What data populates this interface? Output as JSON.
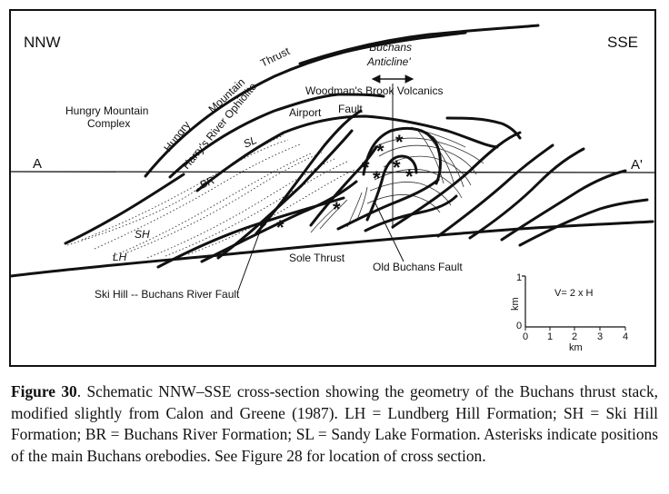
{
  "figure": {
    "direction_left": "NNW",
    "direction_right": "SSE",
    "section_start": "A",
    "section_end": "A'",
    "labels": {
      "hungry_mountain_complex_line1": "Hungry Mountain",
      "hungry_mountain_complex_line2": "Complex",
      "hungry_mountain_thrust_word1": "Hungry",
      "hungry_mountain_thrust_word2": "Mountain",
      "hungry_mountain_thrust_word3": "Thrust",
      "harrys_river_ophiolite": "Harry's River Ophiolite",
      "buchans_anticline_line1": "'Buchans",
      "buchans_anticline_line2": "Anticline'",
      "woodmans_brook_volcanics": "Woodman's Brook Volcanics",
      "airport_fault_word1": "Airport",
      "airport_fault_word2": "Fault",
      "sl": "SL",
      "br": "BR",
      "sh": "SH",
      "lh": "LH",
      "sole_thrust": "Sole Thrust",
      "old_buchans_fault": "Old Buchans Fault",
      "ski_hill_buchans_river_fault": "Ski Hill -- Buchans River Fault"
    },
    "scale": {
      "vertical_unit": "km",
      "vertical_ticks": [
        "1",
        "0"
      ],
      "horizontal_ticks": [
        "0",
        "1",
        "2",
        "3",
        "4"
      ],
      "horizontal_unit": "km",
      "exaggeration": "V= 2 x H"
    },
    "orebody_marker": "*"
  },
  "caption": {
    "figure_number": "Figure 30",
    "text": ". Schematic NNW–SSE cross-section showing the geometry of the Buchans thrust stack, modified slightly from Calon and Greene (1987). LH = Lundberg Hill Formation; SH = Ski Hill Formation; BR = Buchans River Formation; SL = Sandy Lake Formation. Asterisks indicate positions of the main Buchans orebodies. See Figure 28 for location of cross section."
  }
}
